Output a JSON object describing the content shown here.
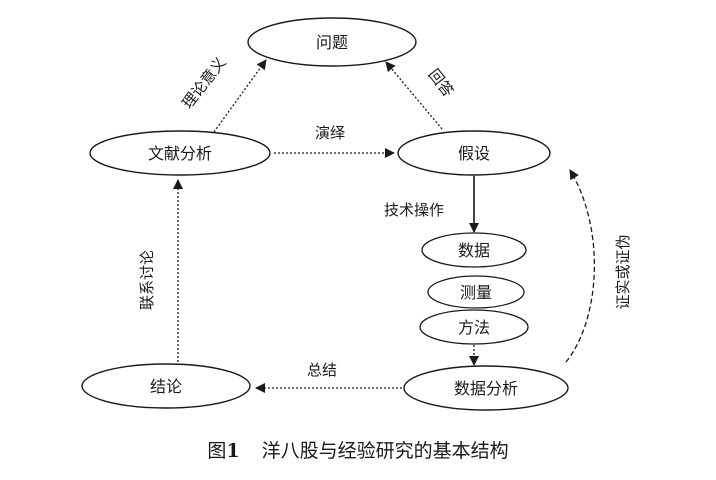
{
  "nodes": {
    "question": "问题",
    "literature": "文献分析",
    "hypothesis": "假设",
    "data": "数据",
    "measurement": "测量",
    "method": "方法",
    "data_analysis": "数据分析",
    "conclusion": "结论"
  },
  "edges": {
    "theory_meaning": "理论意义",
    "answer": "回答",
    "deduction": "演绎",
    "technical_operation": "技术操作",
    "connect_discuss": "联系讨论",
    "verify_or_falsify": "证实或证伪",
    "summarize": "总结"
  },
  "caption": {
    "prefix": "图",
    "number": "1",
    "title": "洋八股与经验研究的基本结构"
  }
}
